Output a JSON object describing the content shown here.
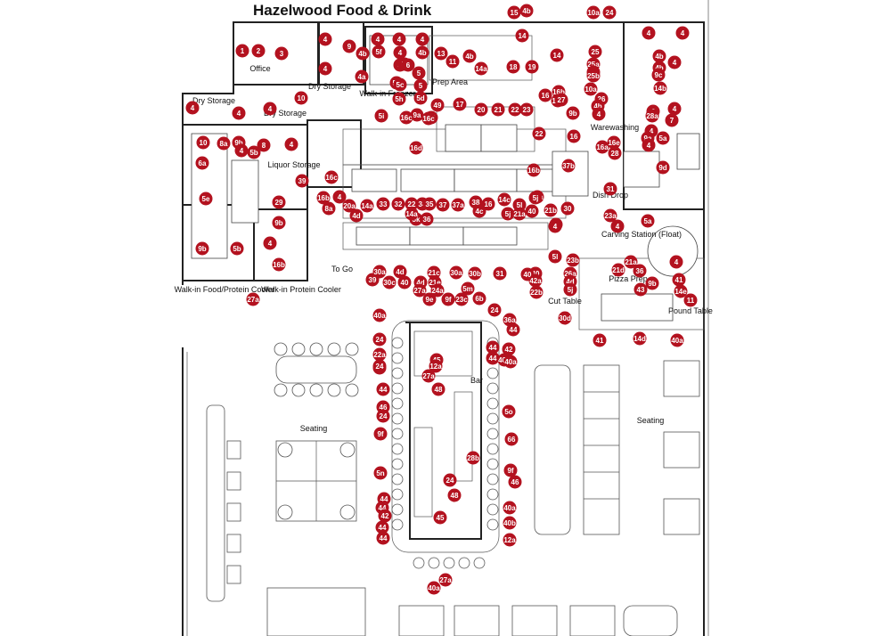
{
  "title": "Hazelwood Food & Drink",
  "rooms": {
    "office": "Office",
    "dry_storage_1": "Dry Storage",
    "dry_storage_2": "Dry Storage",
    "dry_storage_3": "Dry Storage",
    "walkin_freezer": "Walk-in Freezer",
    "prep_area": "Prep Area",
    "liquor_storage": "Liquor Storage",
    "warewashing": "Warewashing",
    "dish_drop": "Dish Drop",
    "carving_station": "Carving Station (Float)",
    "to_go": "To Go",
    "walkin_food": "Walk-in Food/Protein Cooler",
    "walkin_protein": "Walk-in Protein Cooler",
    "pizza_prep": "Pizza Prep",
    "cut_table": "Cut Table",
    "pound_table": "Pound Table",
    "bar": "Bar",
    "seating_left": "Seating",
    "seating_right": "Seating"
  },
  "tags": [
    "15",
    "4b",
    "10a",
    "24",
    "4",
    "4",
    "1",
    "2",
    "3",
    "4",
    "9",
    "4",
    "4",
    "4",
    "4b",
    "5f",
    "4",
    "4b",
    "13",
    "4b",
    "14",
    "25",
    "14",
    "4",
    "4b",
    "4a",
    "11",
    "4",
    "5f",
    "6",
    "5",
    "14a",
    "18",
    "19",
    "25a",
    "4c",
    "4b",
    "9c",
    "4",
    "5",
    "10",
    "5e",
    "5c",
    "5d",
    "16",
    "16b",
    "25b",
    "14b",
    "4",
    "4",
    "4",
    "9a",
    "49",
    "17",
    "20",
    "21",
    "22",
    "23",
    "16a",
    "10a",
    "26",
    "4",
    "16c",
    "12",
    "16c",
    "5h",
    "27",
    "4b",
    "4",
    "6",
    "5i",
    "9b",
    "28a",
    "7",
    "4",
    "10",
    "8a",
    "9b",
    "16d",
    "22",
    "4",
    "5a",
    "6a",
    "16",
    "16a",
    "16e",
    "9a",
    "4",
    "8",
    "39",
    "37b",
    "16b",
    "28",
    "9d",
    "16c",
    "16b",
    "8a",
    "4",
    "29",
    "4",
    "5b",
    "16a",
    "9b",
    "20a",
    "14a",
    "33",
    "32",
    "22",
    "34",
    "35",
    "37",
    "37a",
    "38",
    "16",
    "14c",
    "5j",
    "31",
    "40",
    "4d",
    "5k",
    "36",
    "14a",
    "4c",
    "5j",
    "21a",
    "5l",
    "21b",
    "30",
    "23a",
    "4",
    "5a",
    "9b",
    "4",
    "5e",
    "5b",
    "4",
    "16b",
    "4",
    "9b",
    "5l",
    "23b",
    "21a",
    "26a",
    "4d",
    "40",
    "21c",
    "30a",
    "30b",
    "31",
    "40",
    "42a",
    "21d",
    "36",
    "39",
    "30a",
    "30c",
    "40",
    "4d",
    "21e",
    "4d",
    "22b",
    "9b",
    "41",
    "14d",
    "5j",
    "43",
    "14e",
    "11",
    "27a",
    "27a",
    "24a",
    "5m",
    "9e",
    "9f",
    "23c",
    "6b",
    "40a",
    "24",
    "36a",
    "30d",
    "44",
    "24",
    "22a",
    "41",
    "40a",
    "44",
    "42",
    "44",
    "45",
    "42",
    "40b",
    "24",
    "12a",
    "40a",
    "27a",
    "44",
    "48",
    "5o",
    "46",
    "24",
    "9f",
    "66",
    "28b",
    "5n",
    "9f",
    "24",
    "46",
    "48",
    "44",
    "44",
    "40a",
    "42",
    "45",
    "40b",
    "44",
    "44",
    "12a",
    "27a",
    "40a"
  ]
}
